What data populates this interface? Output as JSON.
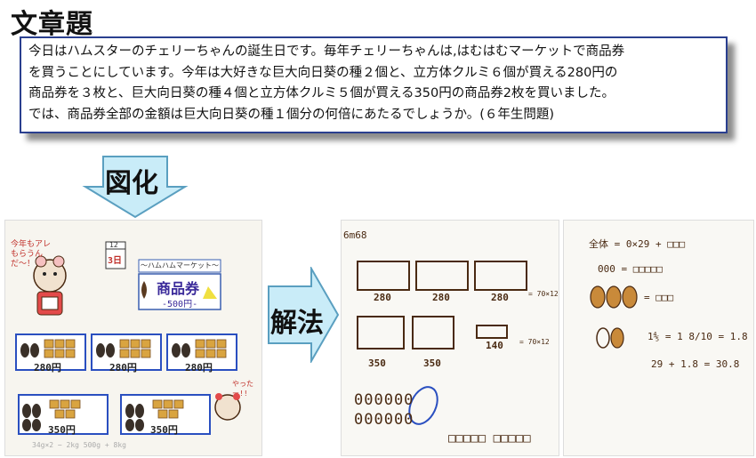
{
  "title": "文章題",
  "problem": {
    "lines": [
      "今日はハムスターのチェリーちゃんの誕生日です。毎年チェリーちゃんは,はむはむマーケットで商品券",
      "を買うことにしています。今年は大好きな巨大向日葵の種２個と、立方体クルミ６個が買える280円の",
      "商品券を３枚と、巨大向日葵の種４個と立方体クルミ５個が買える350円の商品券2枚を買いました。",
      "では、商品券全部の金額は巨大向日葵の種１個分の何倍にあたるでしょうか。(６年生問題)"
    ]
  },
  "arrows": {
    "down_label": "図化",
    "right_label": "解法"
  },
  "photo1": {
    "speech": "今年もアレ もらうんだ〜！",
    "calendar_month": "12",
    "calendar_day": "3日",
    "market_sign": "〜ハムハムマーケット〜",
    "ticket_title": "商品券",
    "ticket_price": "-500円-",
    "tickets_280": [
      "280円",
      "280円",
      "280円"
    ],
    "tickets_350": [
      "350円",
      "350円"
    ],
    "footnote": "34g×2 − 2kg 500g + 8kg",
    "cheer": "やったー!!"
  },
  "photo2": {
    "header": "6m68",
    "label_280": [
      "280",
      "280",
      "280"
    ],
    "eq1": "= 70×12",
    "label_350": [
      "350",
      "350"
    ],
    "label_140": "140",
    "eq2": "= 70×12",
    "row_a": "000000",
    "row_b": "000000"
  },
  "photo3": {
    "line1": "全体 = 0×29 + □□□",
    "line2": "000 = □□□□□",
    "line3": "= □□□",
    "line4": "1⅘ = 1 8/10 = 1.8",
    "line5": "29 + 1.8 = 30.8"
  },
  "colors": {
    "box_border": "#2a3f8f",
    "arrow_fill": "#c9ecf8",
    "arrow_stroke": "#5a9fc0",
    "ink_brown": "#4a2a12",
    "seed_orange": "#d9a440"
  }
}
